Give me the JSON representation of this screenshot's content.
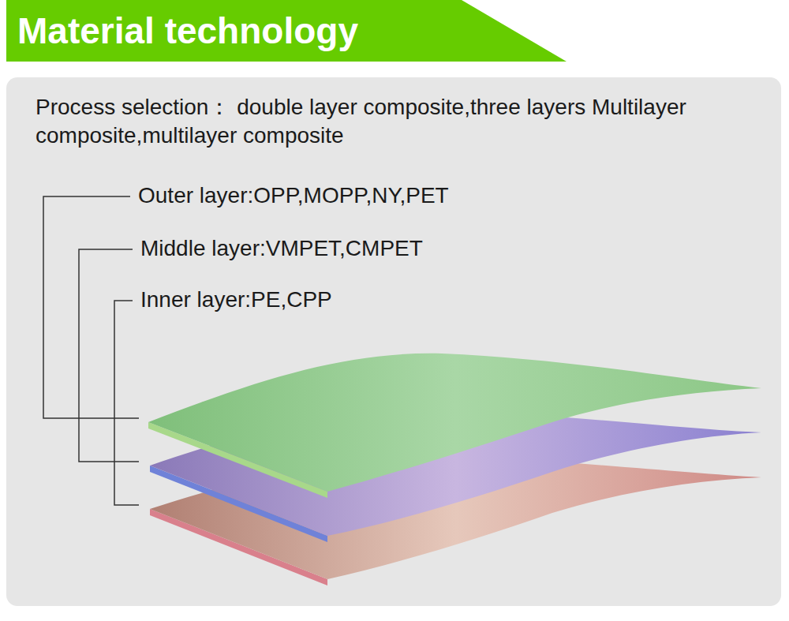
{
  "diagram": {
    "title": "Material technology",
    "labels": [
      "Process selection： double layer composite,three layers Multilayer composite,multilayer composite",
      "Outer layer:OPP,MOPP,NY,PET",
      "Middle layer:VMPET,CMPET",
      "Inner layer:PE,CPP"
    ]
  }
}
